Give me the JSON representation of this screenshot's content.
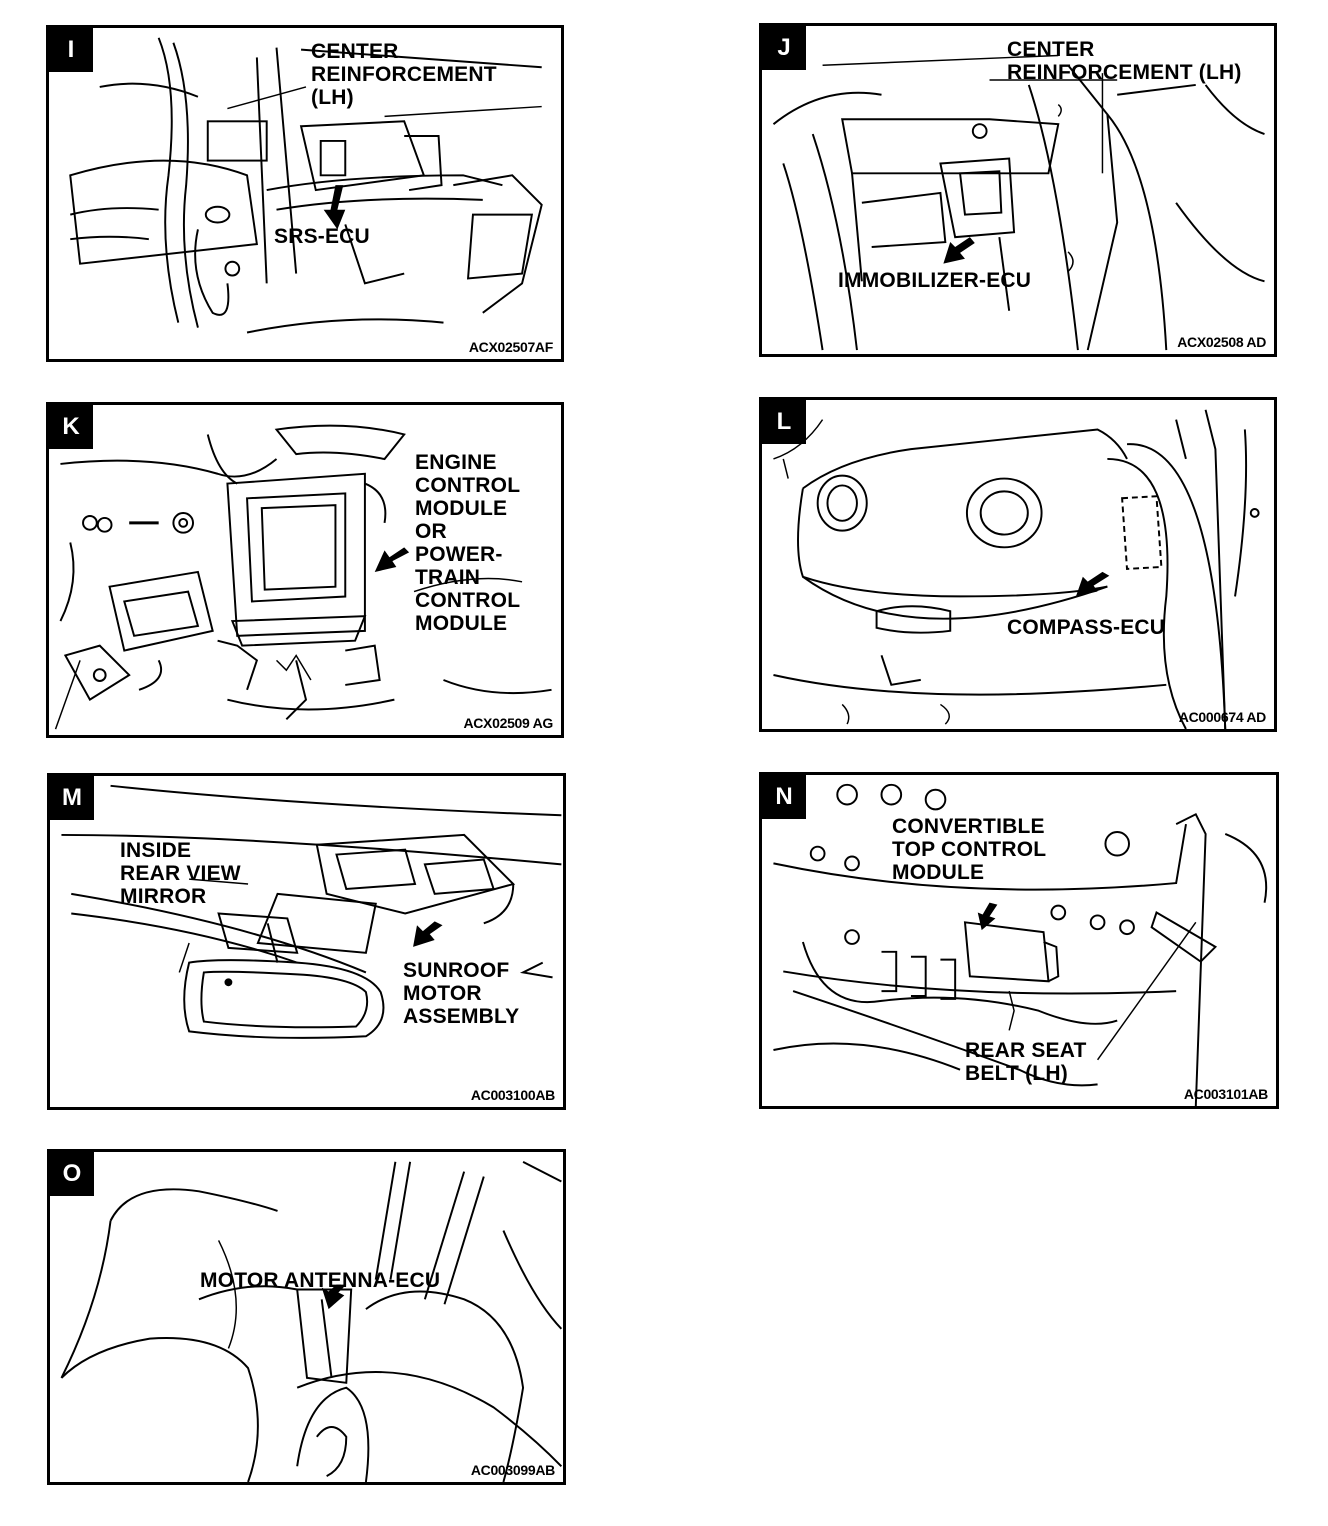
{
  "panels": {
    "i": {
      "letter": "I",
      "labels": {
        "center_reinforcement": [
          "CENTER",
          "REINFORCEMENT",
          "(LH)"
        ],
        "ecu": "SRS-ECU"
      },
      "code": "ACX02507AF"
    },
    "j": {
      "letter": "J",
      "labels": {
        "center_reinforcement": [
          "CENTER",
          "REINFORCEMENT (LH)"
        ],
        "ecu": "IMMOBILIZER-ECU"
      },
      "code": "ACX02508 AD"
    },
    "k": {
      "letter": "K",
      "labels": {
        "module": [
          "ENGINE",
          "CONTROL",
          "MODULE",
          "OR",
          "POWER-",
          "TRAIN",
          "CONTROL",
          "MODULE"
        ]
      },
      "code": "ACX02509 AG"
    },
    "l": {
      "letter": "L",
      "labels": {
        "ecu": "COMPASS-ECU"
      },
      "code": "AC000674 AD"
    },
    "m": {
      "letter": "M",
      "labels": {
        "mirror": [
          "INSIDE",
          "REAR VIEW",
          "MIRROR"
        ],
        "sunroof": [
          "SUNROOF",
          "MOTOR",
          "ASSEMBLY"
        ]
      },
      "code": "AC003100AB"
    },
    "n": {
      "letter": "N",
      "labels": {
        "module": [
          "CONVERTIBLE",
          "TOP CONTROL",
          "MODULE"
        ],
        "belt": [
          "REAR SEAT",
          "BELT (LH)"
        ]
      },
      "code": "AC003101AB"
    },
    "o": {
      "letter": "O",
      "labels": {
        "ecu": "MOTOR ANTENNA-ECU"
      },
      "code": "AC003099AB"
    }
  }
}
